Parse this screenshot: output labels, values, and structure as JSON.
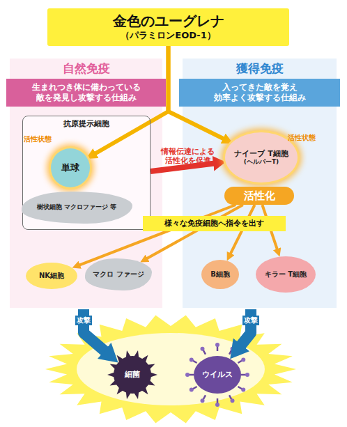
{
  "diagram": {
    "nodes": [
      {
        "text": [
          "金色のユーグレナ",
          "（パラミロンEOD-1）"
        ]
      },
      {
        "text": [
          "自然免疫"
        ]
      },
      {
        "text": [
          "生まれつき体に備わっている 敵を発見し攻撃する仕組み"
        ],
        "in": 1
      },
      {
        "text": [
          "獲得免疫"
        ]
      },
      {
        "text": [
          "入ってきた敵を覚え 効率よく攻撃する仕組み"
        ],
        "in": 3
      },
      {
        "text": [
          "抗原提示細胞"
        ],
        "in": 1
      },
      {
        "text": [
          "単球"
        ],
        "in": 5
      },
      {
        "text": [
          "樹状細胞 マクロファージ 等"
        ],
        "in": 5
      },
      {
        "text": [
          "ナイーブ T細胞",
          "(ヘルパーT)"
        ],
        "in": 3
      },
      {
        "text": [
          "活性化"
        ],
        "in": 3
      },
      {
        "text": [
          "様々な免疫細胞へ指令を出す"
        ]
      },
      {
        "text": [
          "NK細胞"
        ],
        "in": 1
      },
      {
        "text": [
          "マクロ ファージ"
        ],
        "in": 1
      },
      {
        "text": [
          "B細胞"
        ],
        "in": 3
      },
      {
        "text": [
          "キラー T細胞"
        ],
        "in": 3
      },
      {
        "text": [
          "細菌"
        ]
      },
      {
        "text": [
          "ウイルス"
        ]
      }
    ],
    "edges": [
      {
        "from": 0,
        "to": 6,
        "arrow": "to"
      },
      {
        "from": 0,
        "to": 8,
        "arrow": "to"
      },
      {
        "from": 5,
        "to": 8,
        "label": "情報伝達による 活性化を促進",
        "arrow": "to"
      },
      {
        "from": 9,
        "to": 11,
        "arrow": "to"
      },
      {
        "from": 9,
        "to": 12,
        "arrow": "to"
      },
      {
        "from": 9,
        "to": 13,
        "arrow": "to"
      },
      {
        "from": 9,
        "to": 14,
        "arrow": "to"
      },
      {
        "from": 1,
        "to": 15,
        "label": "攻撃",
        "arrow": "to"
      },
      {
        "from": 3,
        "to": 16,
        "label": "攻撃",
        "arrow": "to"
      }
    ],
    "labels": [
      "活性状態",
      "活性状態"
    ]
  }
}
